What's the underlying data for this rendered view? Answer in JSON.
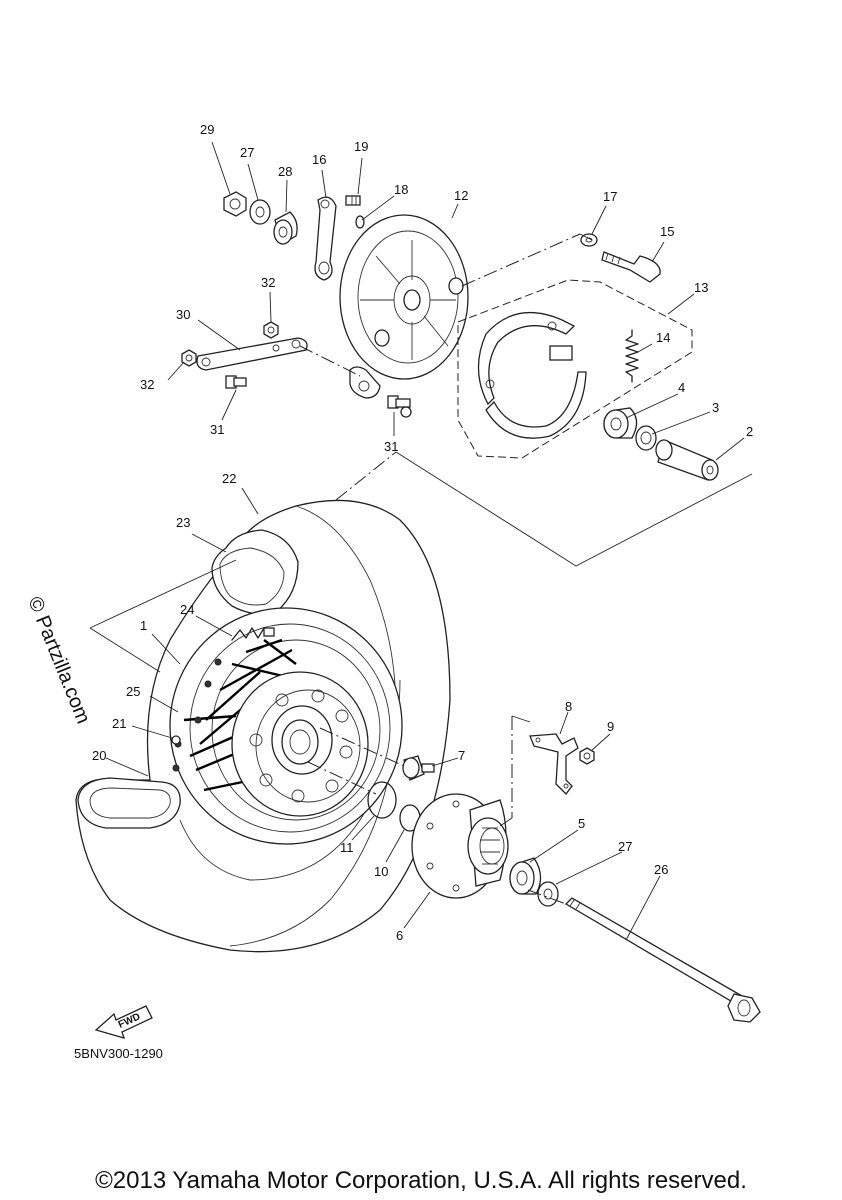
{
  "diagram": {
    "watermark": "© Partzilla.com",
    "diagram_code": "5BNV300-1290",
    "direction_label": "FWD",
    "copyright": "©2013 Yamaha Motor Corporation, U.S.A. All rights reserved.",
    "callouts": {
      "n1": "1",
      "n2": "2",
      "n3": "3",
      "n4": "4",
      "n5": "5",
      "n6": "6",
      "n7": "7",
      "n8": "8",
      "n9": "9",
      "n10": "10",
      "n11": "11",
      "n12": "12",
      "n13": "13",
      "n14": "14",
      "n15": "15",
      "n16": "16",
      "n17": "17",
      "n18": "18",
      "n19": "19",
      "n20": "20",
      "n21": "21",
      "n22": "22",
      "n23": "23",
      "n24": "24",
      "n25": "25",
      "n26": "26",
      "n27a": "27",
      "n27b": "27",
      "n28": "28",
      "n29": "29",
      "n30": "30",
      "n31a": "31",
      "n31b": "31",
      "n32a": "32",
      "n32b": "32"
    },
    "colors": {
      "line": "#222222",
      "background": "#ffffff",
      "spoke": "#000000"
    }
  }
}
